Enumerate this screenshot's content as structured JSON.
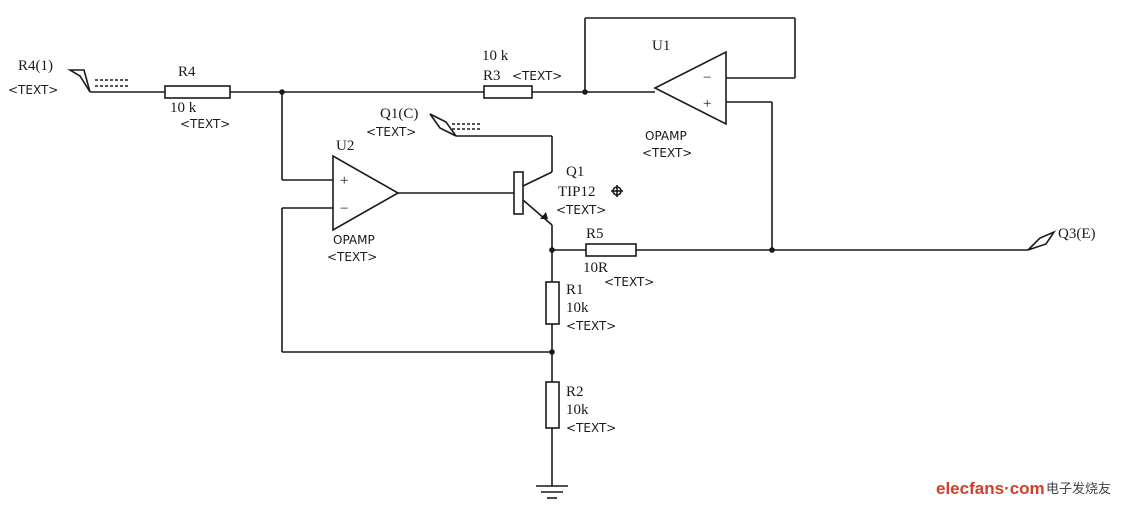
{
  "ports": {
    "r4_in": {
      "name": "R4(1)",
      "text": "<TEXT>"
    },
    "q1_c": {
      "name": "Q1(C)",
      "text": "<TEXT>"
    },
    "q3_e": {
      "name": "Q3(E)"
    }
  },
  "components": {
    "r4": {
      "ref": "R4",
      "value": "10 k",
      "text": "<TEXT>"
    },
    "r3": {
      "ref": "R3",
      "value": "10 k",
      "text": "<TEXT>"
    },
    "u1": {
      "ref": "U1",
      "type": "OPAMP",
      "text": "<TEXT>",
      "minus": "−",
      "plus": "+"
    },
    "u2": {
      "ref": "U2",
      "type": "OPAMP",
      "text": "<TEXT>",
      "minus": "−",
      "plus": "+"
    },
    "q1": {
      "ref": "Q1",
      "part": "TIP12",
      "text": "<TEXT>"
    },
    "r5": {
      "ref": "R5",
      "value": "10R",
      "text": "<TEXT>"
    },
    "r1": {
      "ref": "R1",
      "value": "10k",
      "text": "<TEXT>"
    },
    "r2": {
      "ref": "R2",
      "value": "10k",
      "text": "<TEXT>"
    }
  },
  "watermark": {
    "brand": "elecfans·com",
    "cn": "电子发烧友"
  }
}
